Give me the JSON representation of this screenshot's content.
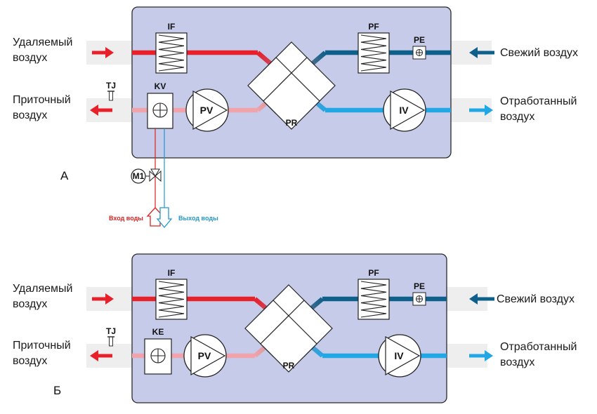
{
  "colors": {
    "housing": "#c5cbe9",
    "hot": "#e8202a",
    "hot_light": "#f0a3aa",
    "cold": "#0e5f8a",
    "cold_light": "#21a7e3",
    "duct": "#eeeeee",
    "water_in": "#dd2222",
    "water_out": "#2299cc"
  },
  "panels": [
    {
      "letter": "А",
      "labels": {
        "exhaust_in": [
          "Удаляемый",
          "воздух"
        ],
        "supply_out": [
          "Приточный",
          "воздух"
        ],
        "fresh_in": [
          "Свежий воздух"
        ],
        "waste_out": [
          "Отработанный",
          "воздух"
        ]
      },
      "codes": {
        "filter_exhaust": "IF",
        "filter_fresh": "PF",
        "sensor": "PE",
        "heater": "KV",
        "fan_supply": "PV",
        "fan_exhaust": "IV",
        "recuperator": "PR",
        "thermo": "TJ"
      },
      "water": {
        "motor": "M1",
        "inlet": "Вход воды",
        "outlet": "Выход воды"
      }
    },
    {
      "letter": "Б",
      "labels": {
        "exhaust_in": [
          "Удаляемый",
          "воздух"
        ],
        "supply_out": [
          "Приточный",
          "воздух"
        ],
        "fresh_in": [
          "Свежий воздух"
        ],
        "waste_out": [
          "Отработанный",
          "воздух"
        ]
      },
      "codes": {
        "filter_exhaust": "IF",
        "filter_fresh": "PF",
        "sensor": "PE",
        "heater": "KE",
        "fan_supply": "PV",
        "fan_exhaust": "IV",
        "recuperator": "PR",
        "thermo": "TJ"
      }
    }
  ]
}
